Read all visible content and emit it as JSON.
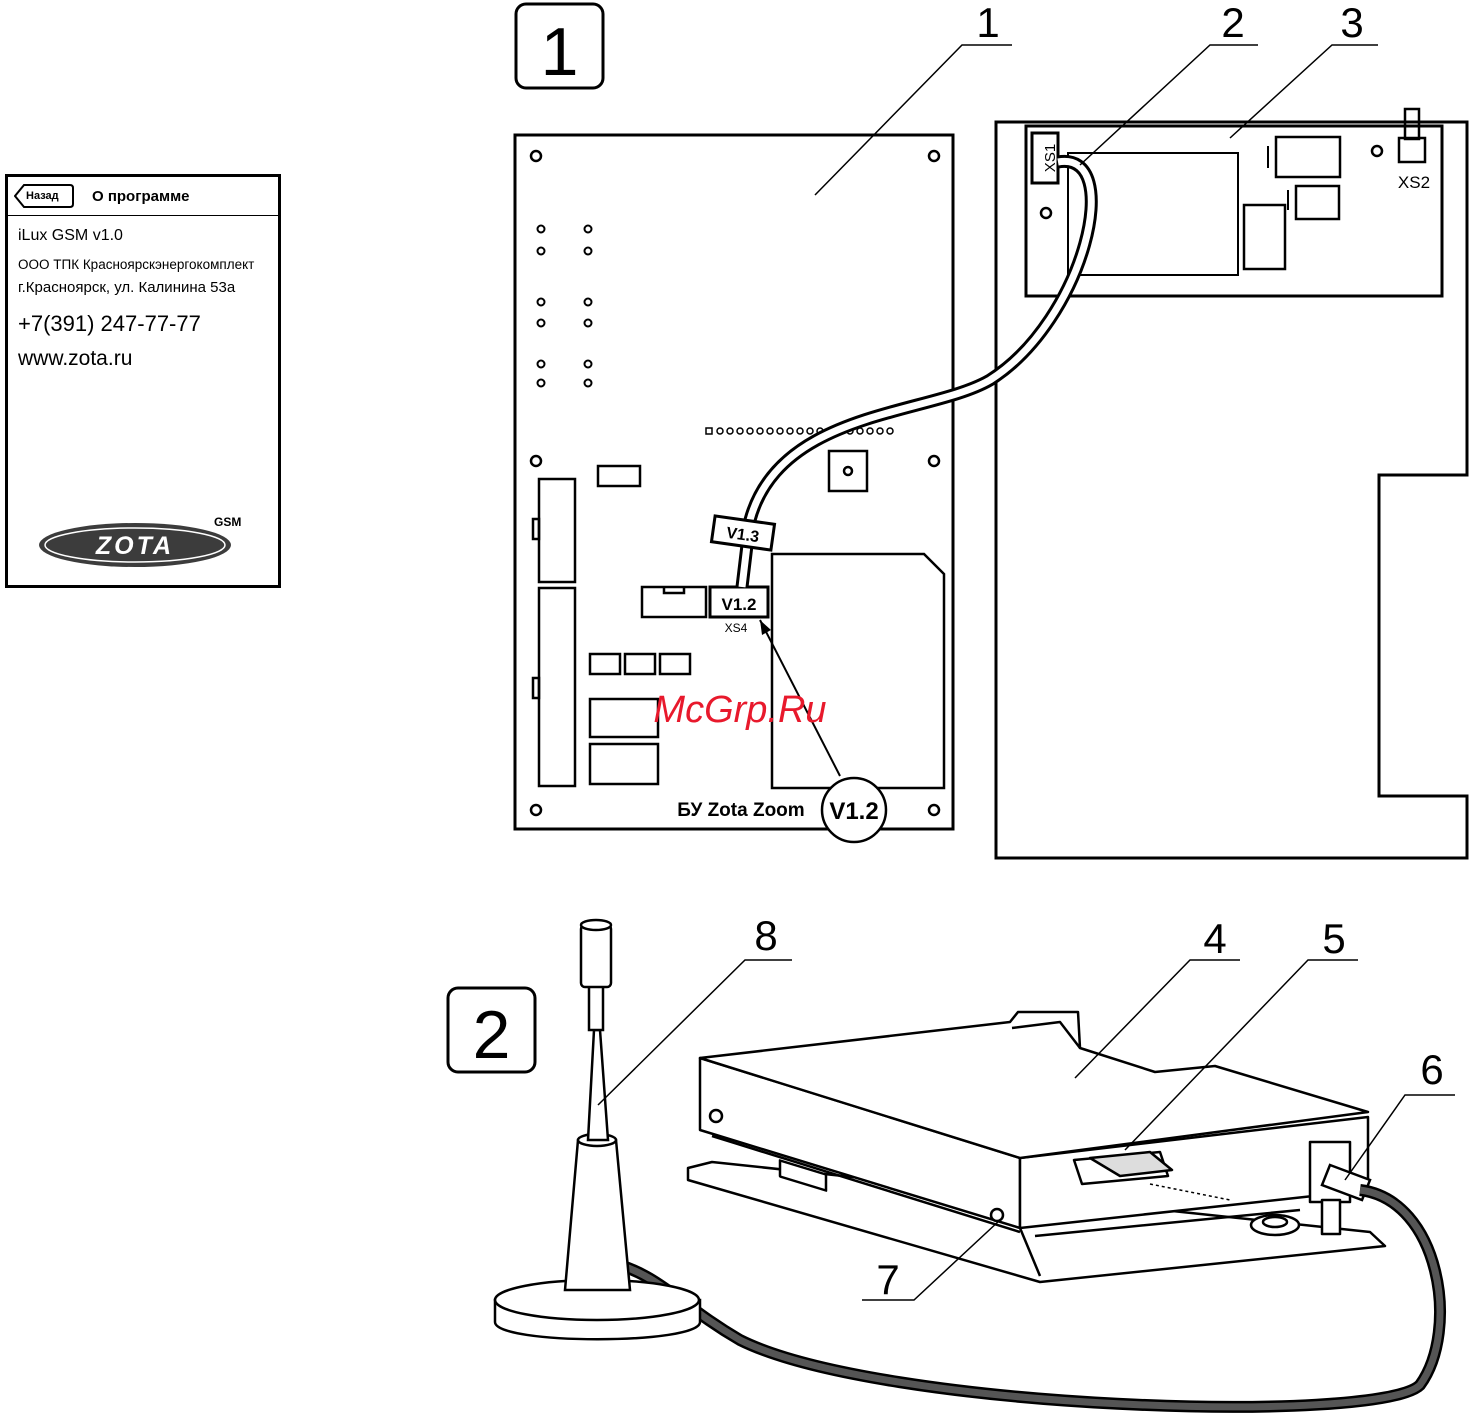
{
  "screen": {
    "back_label": "Назад",
    "title": "О программе",
    "lines": [
      "iLux GSM v1.0",
      "ООО ТПК Красноярскэнергокомплект",
      "г.Красноярск, ул. Калинина 53а",
      "+7(391) 247-77-77",
      "www.zota.ru"
    ],
    "logo_text": "ZOTA",
    "logo_badge": "GSM"
  },
  "figures": {
    "fig1_label": "1",
    "fig2_label": "2"
  },
  "callouts": [
    "1",
    "2",
    "3",
    "4",
    "5",
    "6",
    "7",
    "8"
  ],
  "board_labels": {
    "xs1": "XS1",
    "xs2": "XS2",
    "xs4": "XS4",
    "v13": "V1.3",
    "v12": "V1.2",
    "v12_zoom": "V1.2",
    "board_name": "БУ Zota Zoom"
  },
  "watermark": "McGrp.Ru",
  "colors": {
    "line": "#000000",
    "background": "#ffffff",
    "watermark": "#e8192c",
    "cable": "#555555",
    "logo": "#3c3c3c"
  }
}
